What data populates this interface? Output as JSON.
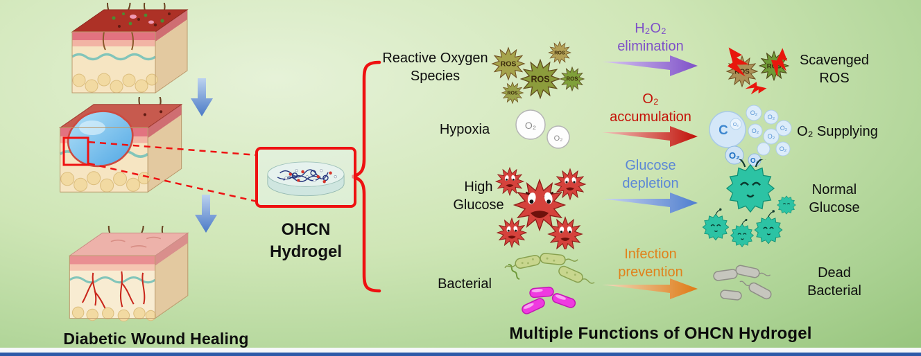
{
  "palette": {
    "background_light": "#e6f2d8",
    "background_dark": "#96c47c",
    "accent_red": "#ee1111",
    "down_arrow_blue": "#4a79c6"
  },
  "left_panel": {
    "caption": "Diabetic Wound Healing",
    "hydrogel_label": "OHCN\nHydrogel"
  },
  "functions_panel": {
    "caption": "Multiple Functions of OHCN Hydrogel",
    "rows": [
      {
        "label": "Reactive Oxygen\nSpecies",
        "process": "H₂O₂\nelimination",
        "color": "#7e50c8",
        "result": "Scavenged\nROS",
        "icon_text": "ROS"
      },
      {
        "label": "Hypoxia",
        "process": "O₂\naccumulation",
        "color": "#c41208",
        "result": "O₂ Supplying",
        "icon_text": "O₂",
        "bubble_text": "O₂",
        "catalyst_text": "C"
      },
      {
        "label": "High\nGlucose",
        "process": "Glucose\ndepletion",
        "color": "#5b87d6",
        "result": "Normal\nGlucose"
      },
      {
        "label": "Bacterial",
        "process": "Infection\nprevention",
        "color": "#e0821c",
        "result": "Dead\nBacterial"
      }
    ]
  }
}
